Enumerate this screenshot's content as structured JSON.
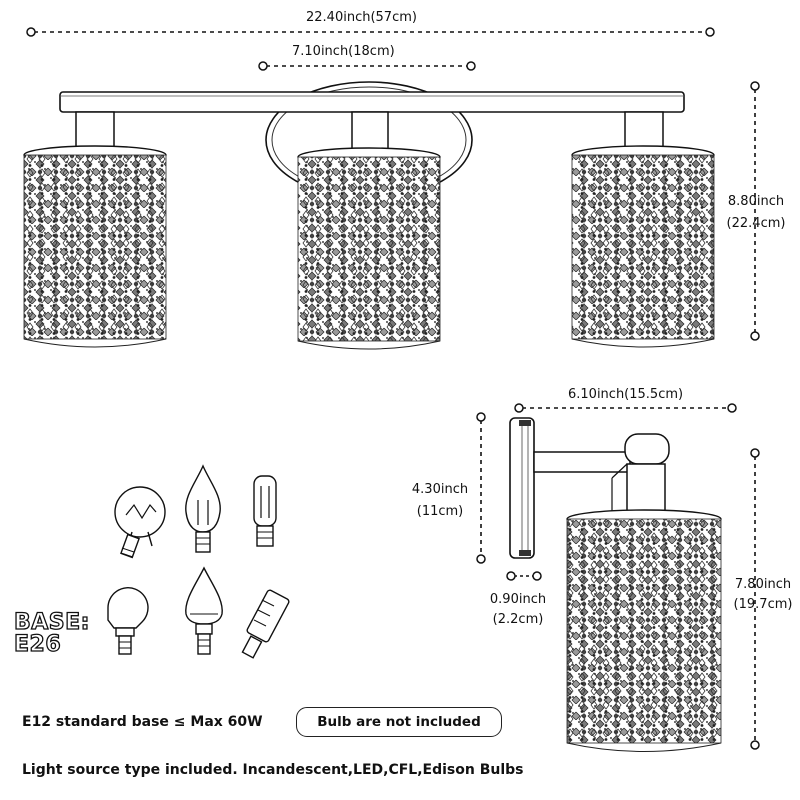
{
  "dimensions": {
    "overall_width": "22.40inch(57cm)",
    "center_spacing": "7.10inch(18cm)",
    "overall_height": {
      "inch": "8.80inch",
      "cm": "(22.4cm)"
    },
    "extension": "6.10inch(15.5cm)",
    "backplate_height": {
      "inch": "4.30inch",
      "cm": "(11cm)"
    },
    "backplate_depth": {
      "inch": "0.90inch",
      "cm": "(2.2cm)"
    },
    "shade_height": {
      "inch": "7.80inch",
      "cm": "(19.7cm)"
    }
  },
  "base": {
    "line1": "BASE:",
    "line2": "E26"
  },
  "spec_text": "E12 standard base ≤ Max 60W",
  "badge_text": "Bulb are not included",
  "light_source_text": "Light source type included. Incandescent,LED,CFL,Edison Bulbs"
}
